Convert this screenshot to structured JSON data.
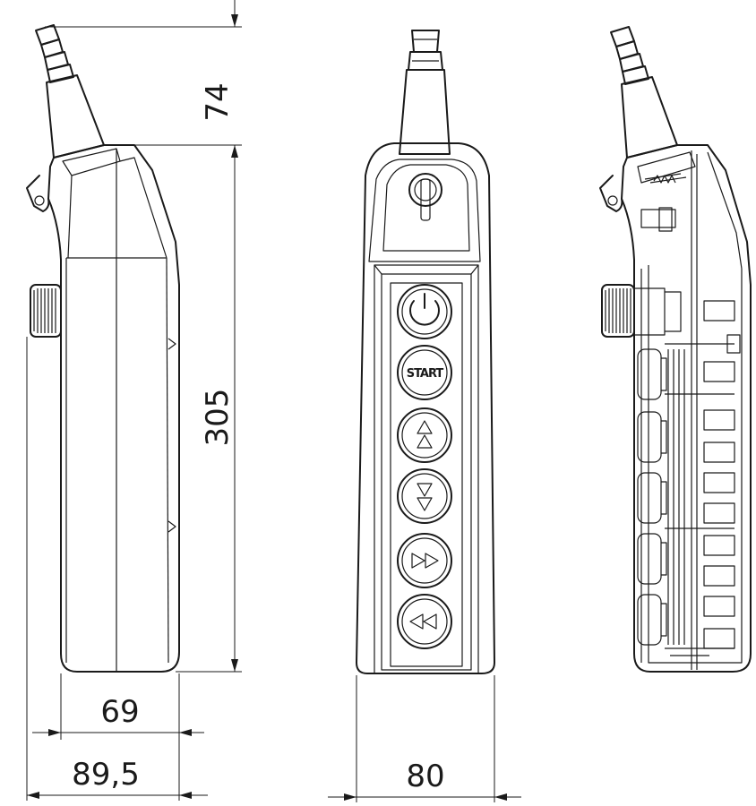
{
  "dimensions": {
    "cable_height": "74",
    "body_height": "305",
    "body_depth": "69",
    "overall_depth": "89,5",
    "body_width": "80"
  },
  "buttons": {
    "start_label": "START"
  },
  "icons": [
    "power-icon",
    "arrow-up-icon",
    "arrow-down-icon",
    "arrow-right-icon",
    "arrow-left-icon"
  ]
}
